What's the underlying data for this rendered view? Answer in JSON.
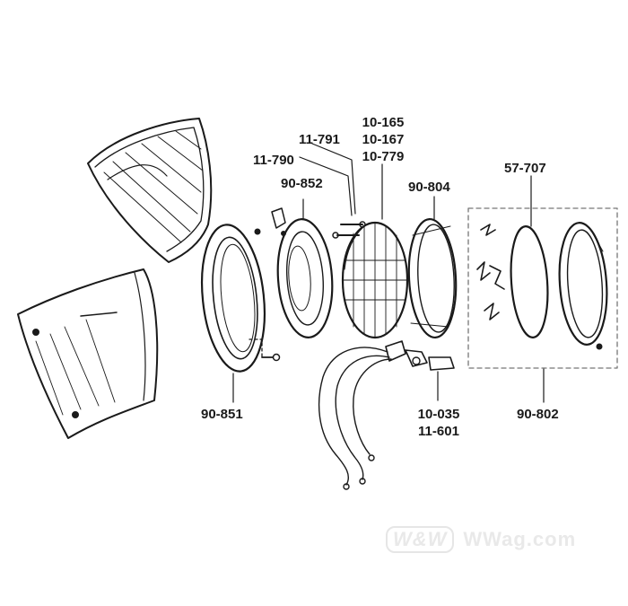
{
  "diagram": {
    "labels": {
      "l_11791": "11-791",
      "l_11790": "11-790",
      "l_90852": "90-852",
      "l_top_group": [
        "10-165",
        "10-167",
        "10-779"
      ],
      "l_90804": "90-804",
      "l_57707": "57-707",
      "l_90851": "90-851",
      "l_bottom_group": [
        "10-035",
        "11-601"
      ],
      "l_90802": "90-802"
    },
    "watermark": {
      "logo_text": "W&W",
      "site_text": "WWag.com"
    },
    "colors": {
      "line": "#1a1a1a",
      "label": "#1a1a1a",
      "dashed_box": "#777777",
      "watermark": "#e9e9e9"
    }
  }
}
